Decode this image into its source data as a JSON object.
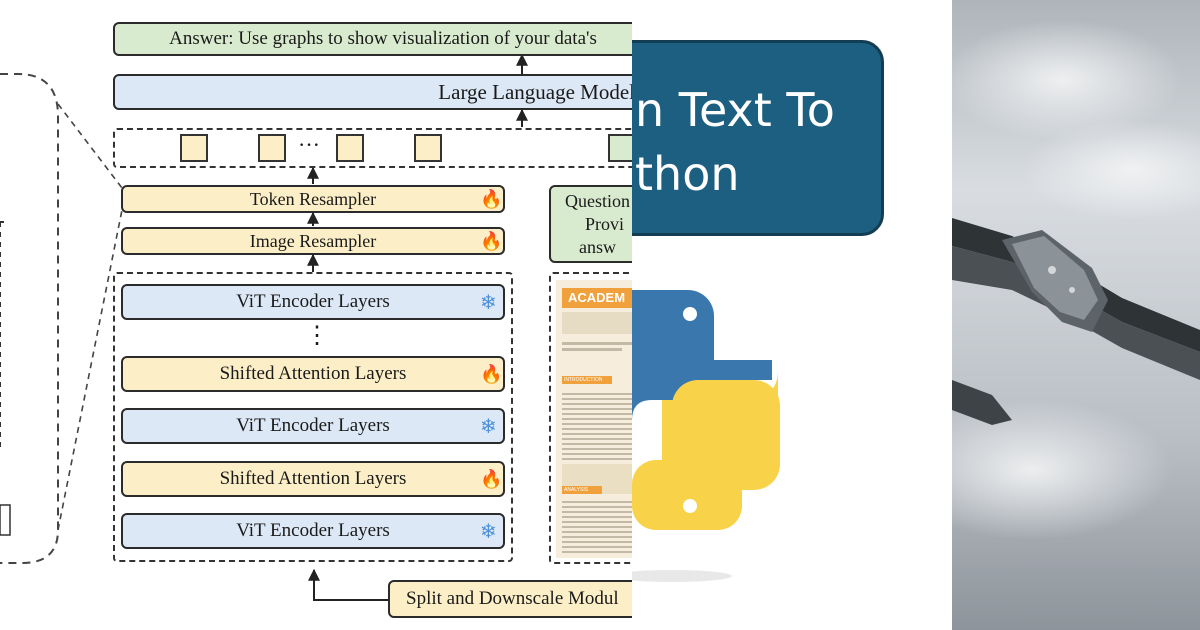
{
  "diagram": {
    "answer": "Answer: Use graphs to show visualization of your data's",
    "llm": "Large Language Model",
    "ellipsis": "···",
    "token_resampler": "Token Resampler",
    "image_resampler": "Image Resampler",
    "question": [
      "Question",
      "Provi",
      "answ"
    ],
    "layers": [
      "ViT Encoder Layers",
      "Shifted Attention Layers",
      "ViT Encoder Layers",
      "Shifted Attention Layers",
      "ViT Encoder Layers"
    ],
    "vdots": "⋮",
    "split": "Split and Downscale Modul",
    "poster": {
      "title": "ACADEM",
      "intro": "INTRODUCTION",
      "analysis": "ANALYSIS"
    }
  },
  "banner": {
    "line1": "n Text To",
    "line2": "thon"
  },
  "icons": {
    "frozen": "snowflake-icon",
    "trainable": "flame-icon",
    "python": "python-logo-icon"
  },
  "colors": {
    "green": "#d9ebcf",
    "blue": "#dde8f6",
    "tan": "#fcefc7",
    "banner": "#1d5f80",
    "flame": "#e06a1a",
    "snow": "#4a90d9",
    "python_blue": "#3a77ad",
    "python_yellow": "#f8d34a"
  }
}
